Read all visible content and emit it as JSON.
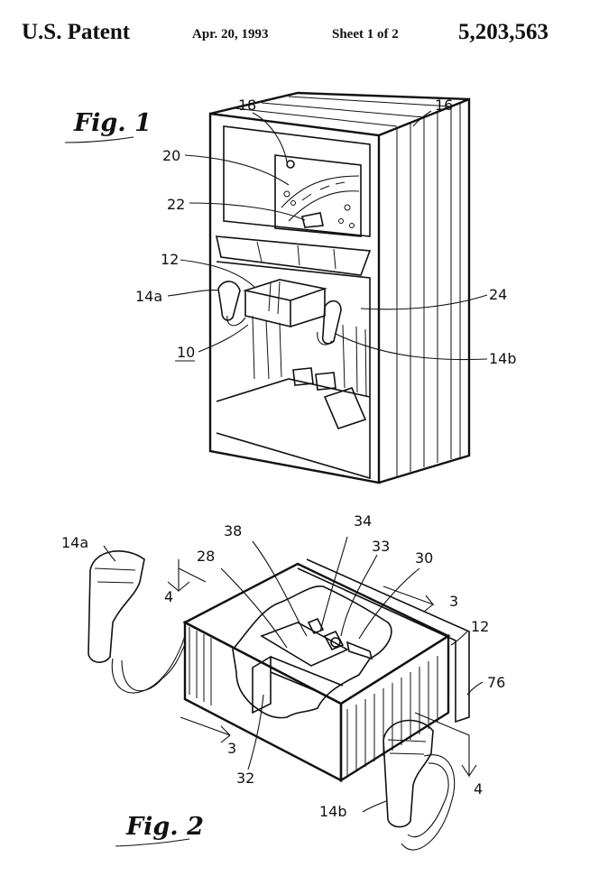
{
  "header": {
    "left": "U.S. Patent",
    "date": "Apr. 20, 1993",
    "sheet": "Sheet 1 of 2",
    "patent_number": "5,203,563"
  },
  "figure1": {
    "title": "Fig. 1",
    "labels": {
      "l18": "18",
      "l16": "16",
      "l20": "20",
      "l22": "22",
      "l12": "12",
      "l14a": "14a",
      "l24": "24",
      "l10": "10",
      "l14b": "14b"
    }
  },
  "figure2": {
    "title": "Fig. 2",
    "labels": {
      "l14a": "14a",
      "l38": "38",
      "l34": "34",
      "l33": "33",
      "l28": "28",
      "l30": "30",
      "l4a": "4",
      "l3a": "3",
      "l12": "12",
      "l76": "76",
      "l3b": "3",
      "l32": "32",
      "l4b": "4",
      "l14b": "14b"
    }
  }
}
